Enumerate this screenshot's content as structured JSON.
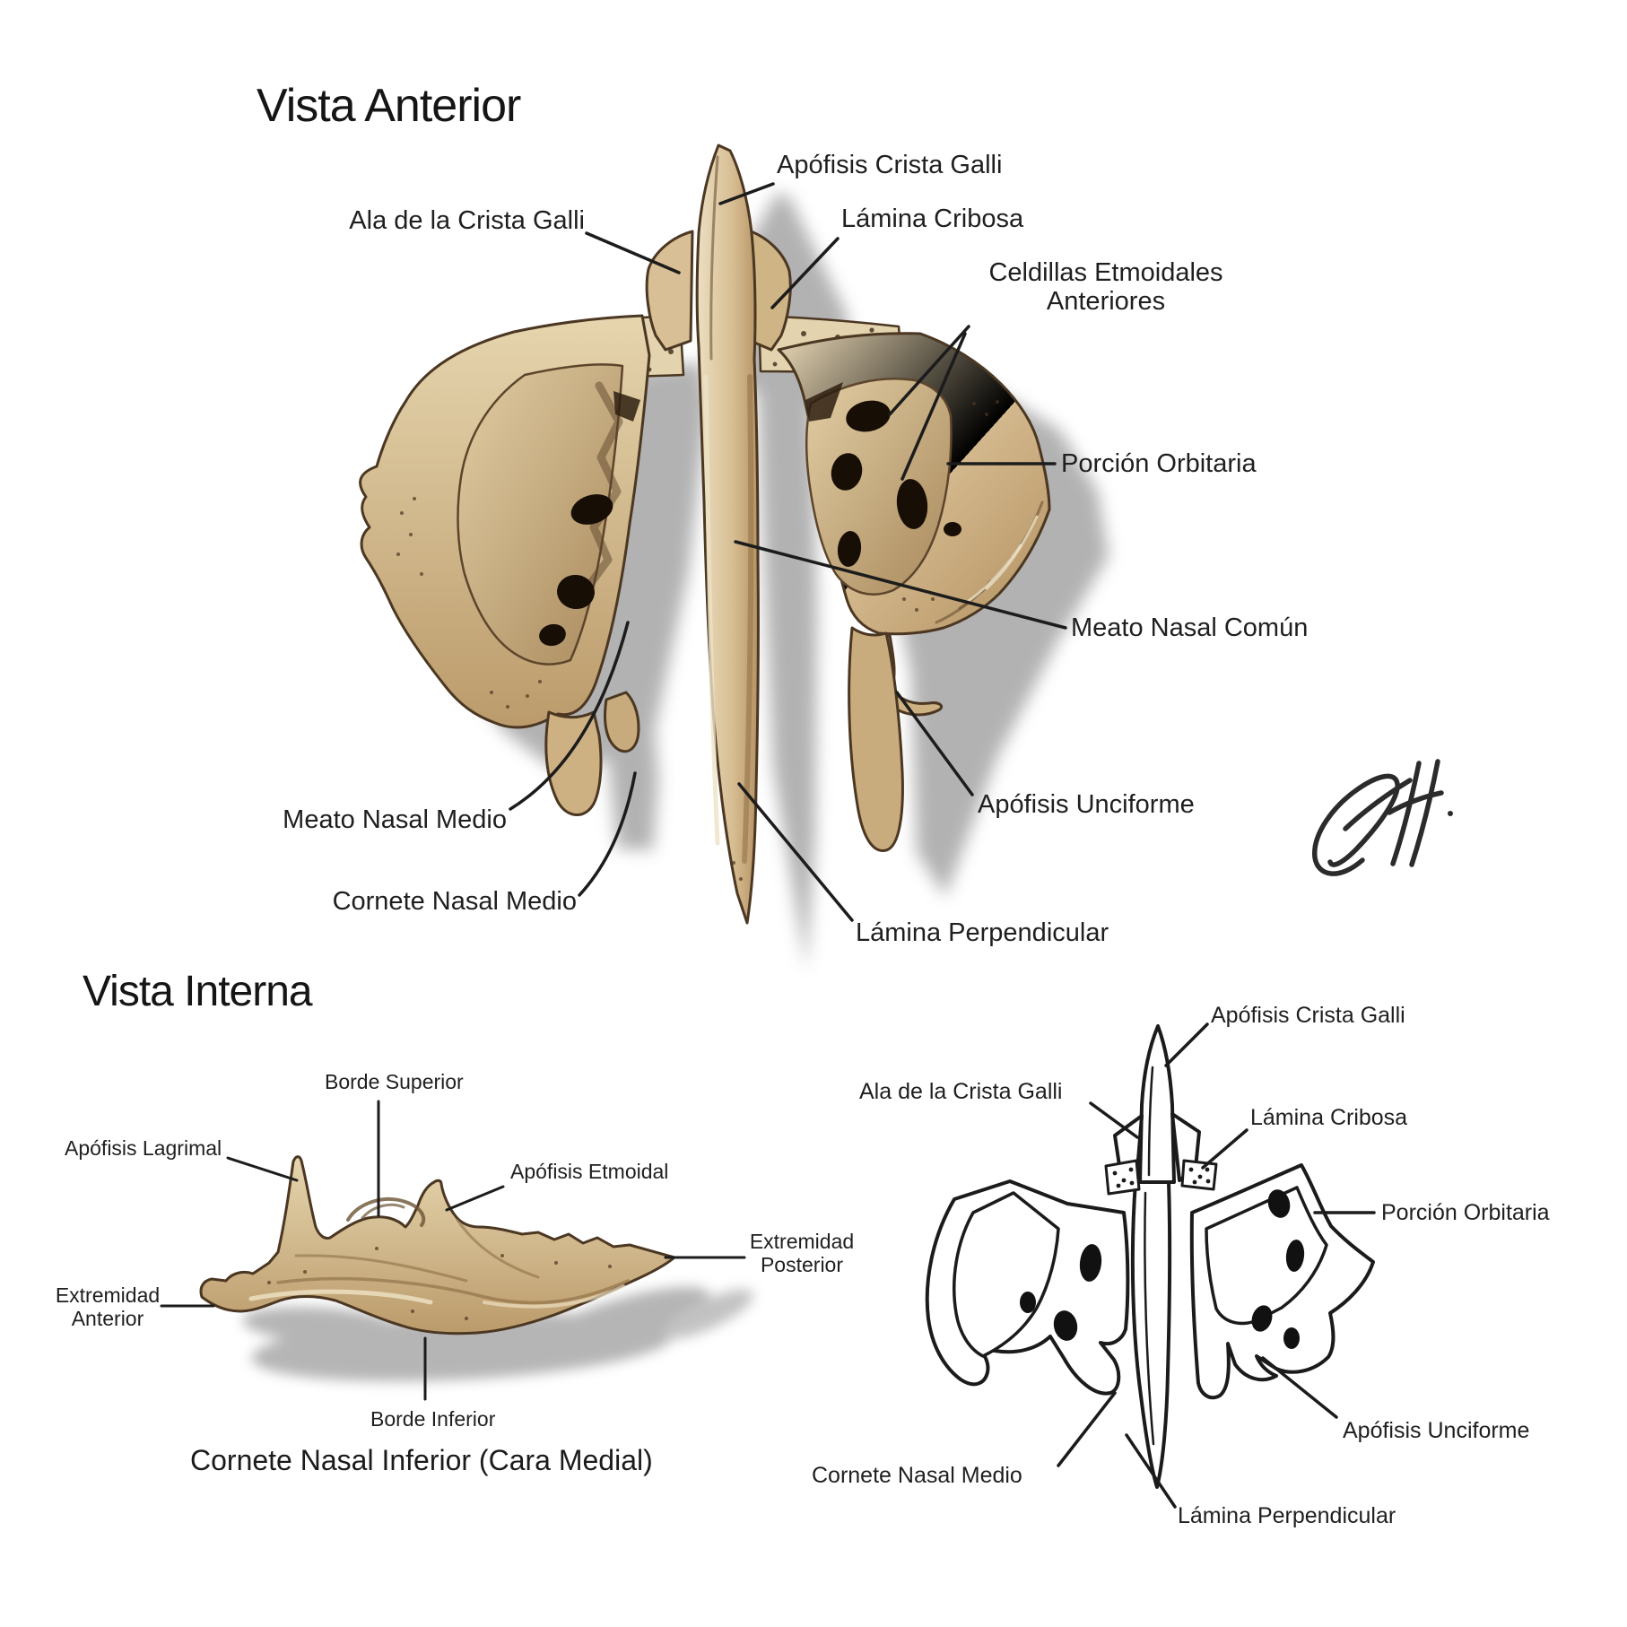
{
  "anterior_view": {
    "title": "Vista Anterior",
    "labels": {
      "apofisis_crista_galli": "Apófisis Crista Galli",
      "ala_de_la_crista_galli": "Ala de la Crista Galli",
      "lamina_cribosa": "Lámina Cribosa",
      "celdillas_etmoidales_anteriores": "Celdillas Etmoidales Anteriores",
      "porcion_orbitaria": "Porción Orbitaria",
      "meato_nasal_comun": "Meato Nasal Común",
      "meato_nasal_medio": "Meato Nasal Medio",
      "cornete_nasal_medio": "Cornete Nasal Medio",
      "apofisis_unciforme": "Apófisis Unciforme",
      "lamina_perpendicular": "Lámina Perpendicular"
    }
  },
  "interna_view": {
    "title": "Vista Interna",
    "caption": "Cornete Nasal Inferior (Cara Medial)",
    "labels": {
      "borde_superior": "Borde Superior",
      "apofisis_lagrimal": "Apófisis Lagrimal",
      "apofisis_etmoidal": "Apófisis Etmoidal",
      "extremidad_anterior": "Extremidad Anterior",
      "extremidad_posterior": "Extremidad Posterior",
      "borde_inferior": "Borde Inferior"
    }
  },
  "line_drawing_view": {
    "labels": {
      "apofisis_crista_galli": "Apófisis Crista Galli",
      "ala_de_la_crista_galli": "Ala de la Crista Galli",
      "lamina_cribosa": "Lámina Cribosa",
      "porcion_orbitaria": "Porción Orbitaria",
      "apofisis_unciforme": "Apófisis Unciforme",
      "cornete_nasal_medio": "Cornete Nasal Medio",
      "lamina_perpendicular": "Lámina Perpendicular"
    }
  },
  "colors": {
    "background": "#ffffff",
    "label_text": "#1f1f1f",
    "leader_line": "#1c1c1c",
    "bone_light": "#e9dcbd",
    "bone_mid": "#d2b88d",
    "bone_dark": "#8f6f47",
    "bone_outline": "#4b3722",
    "hole": "#170e06",
    "shadow": "#a6a6a6",
    "sketch_stroke": "#1b1b1b"
  }
}
